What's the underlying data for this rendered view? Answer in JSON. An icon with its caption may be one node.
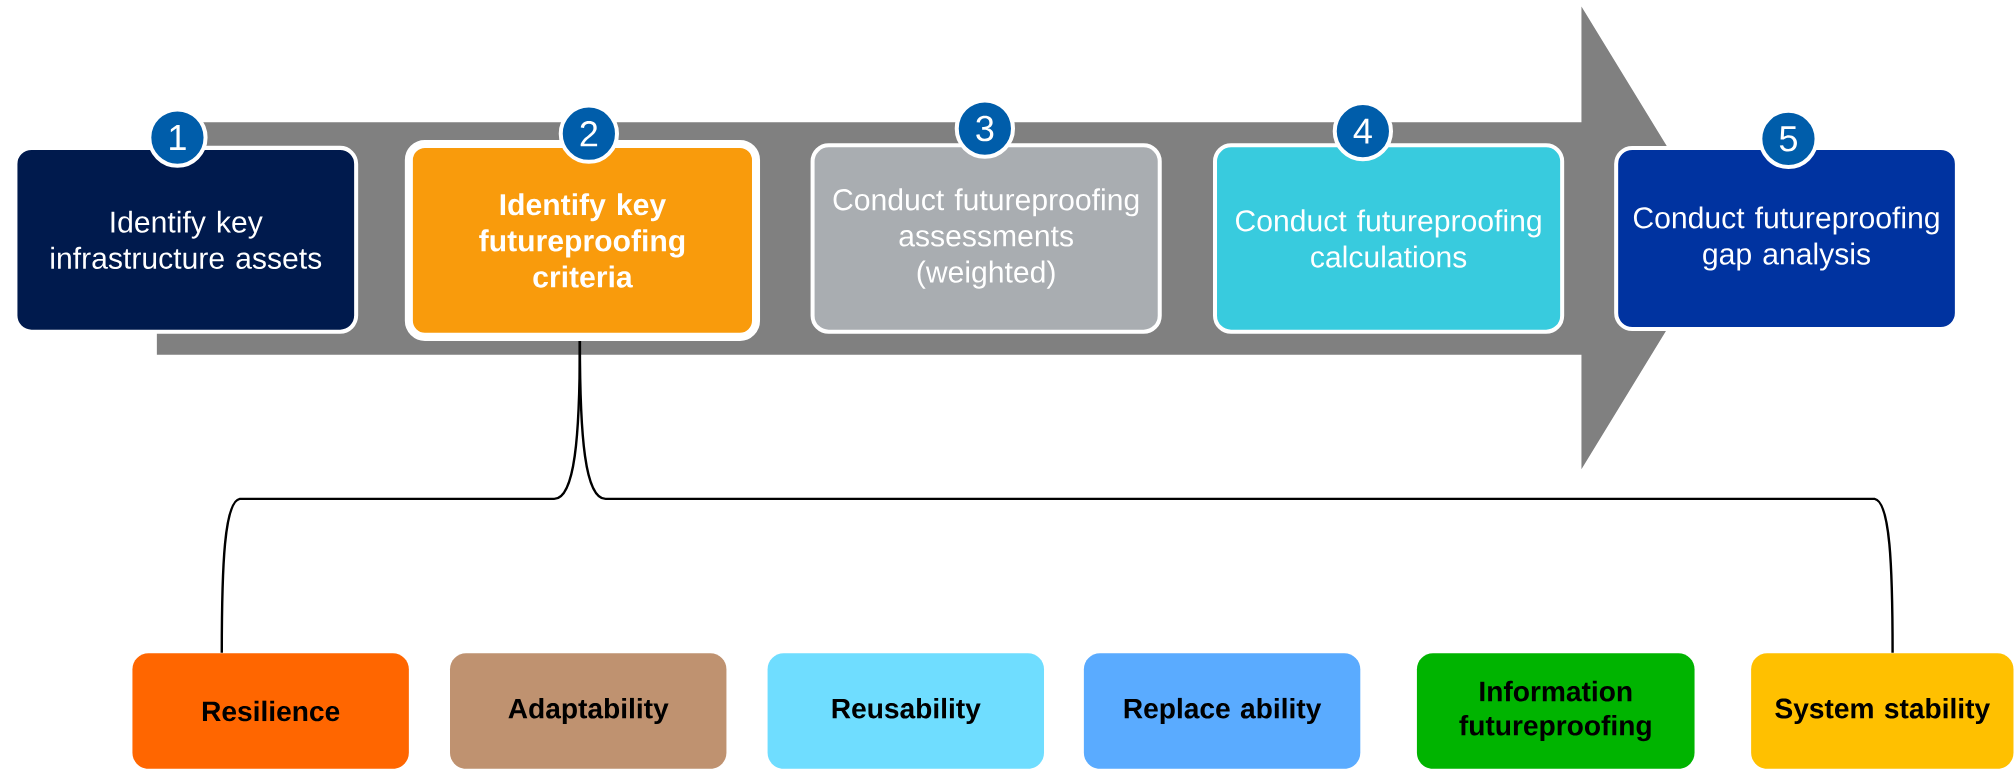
{
  "diagram": {
    "nodes": [
      {
        "text": [
          "1"
        ]
      },
      {
        "text": [
          "Identify key infrastructure assets"
        ]
      },
      {
        "text": [
          "2"
        ]
      },
      {
        "text": [
          "Identify key futureproofing criteria"
        ]
      },
      {
        "text": [
          "3"
        ]
      },
      {
        "text": [
          "Conduct futureproofing assessments (weighted)"
        ]
      },
      {
        "text": [
          "4"
        ]
      },
      {
        "text": [
          "Conduct futureproofing calculations"
        ]
      },
      {
        "text": [
          "5"
        ]
      },
      {
        "text": [
          "Conduct futureproofing gap analysis"
        ]
      },
      {
        "text": [
          "Resilience"
        ]
      },
      {
        "text": [
          "Adaptability"
        ]
      },
      {
        "text": [
          "Reusability"
        ]
      },
      {
        "text": [
          "Replace ability"
        ]
      },
      {
        "text": [
          "Information futureproofing"
        ]
      },
      {
        "text": [
          "System stability"
        ]
      }
    ],
    "edges": [
      {
        "from": 3,
        "to": 10,
        "arrow": "none"
      },
      {
        "from": 3,
        "to": 15,
        "arrow": "none"
      }
    ]
  }
}
